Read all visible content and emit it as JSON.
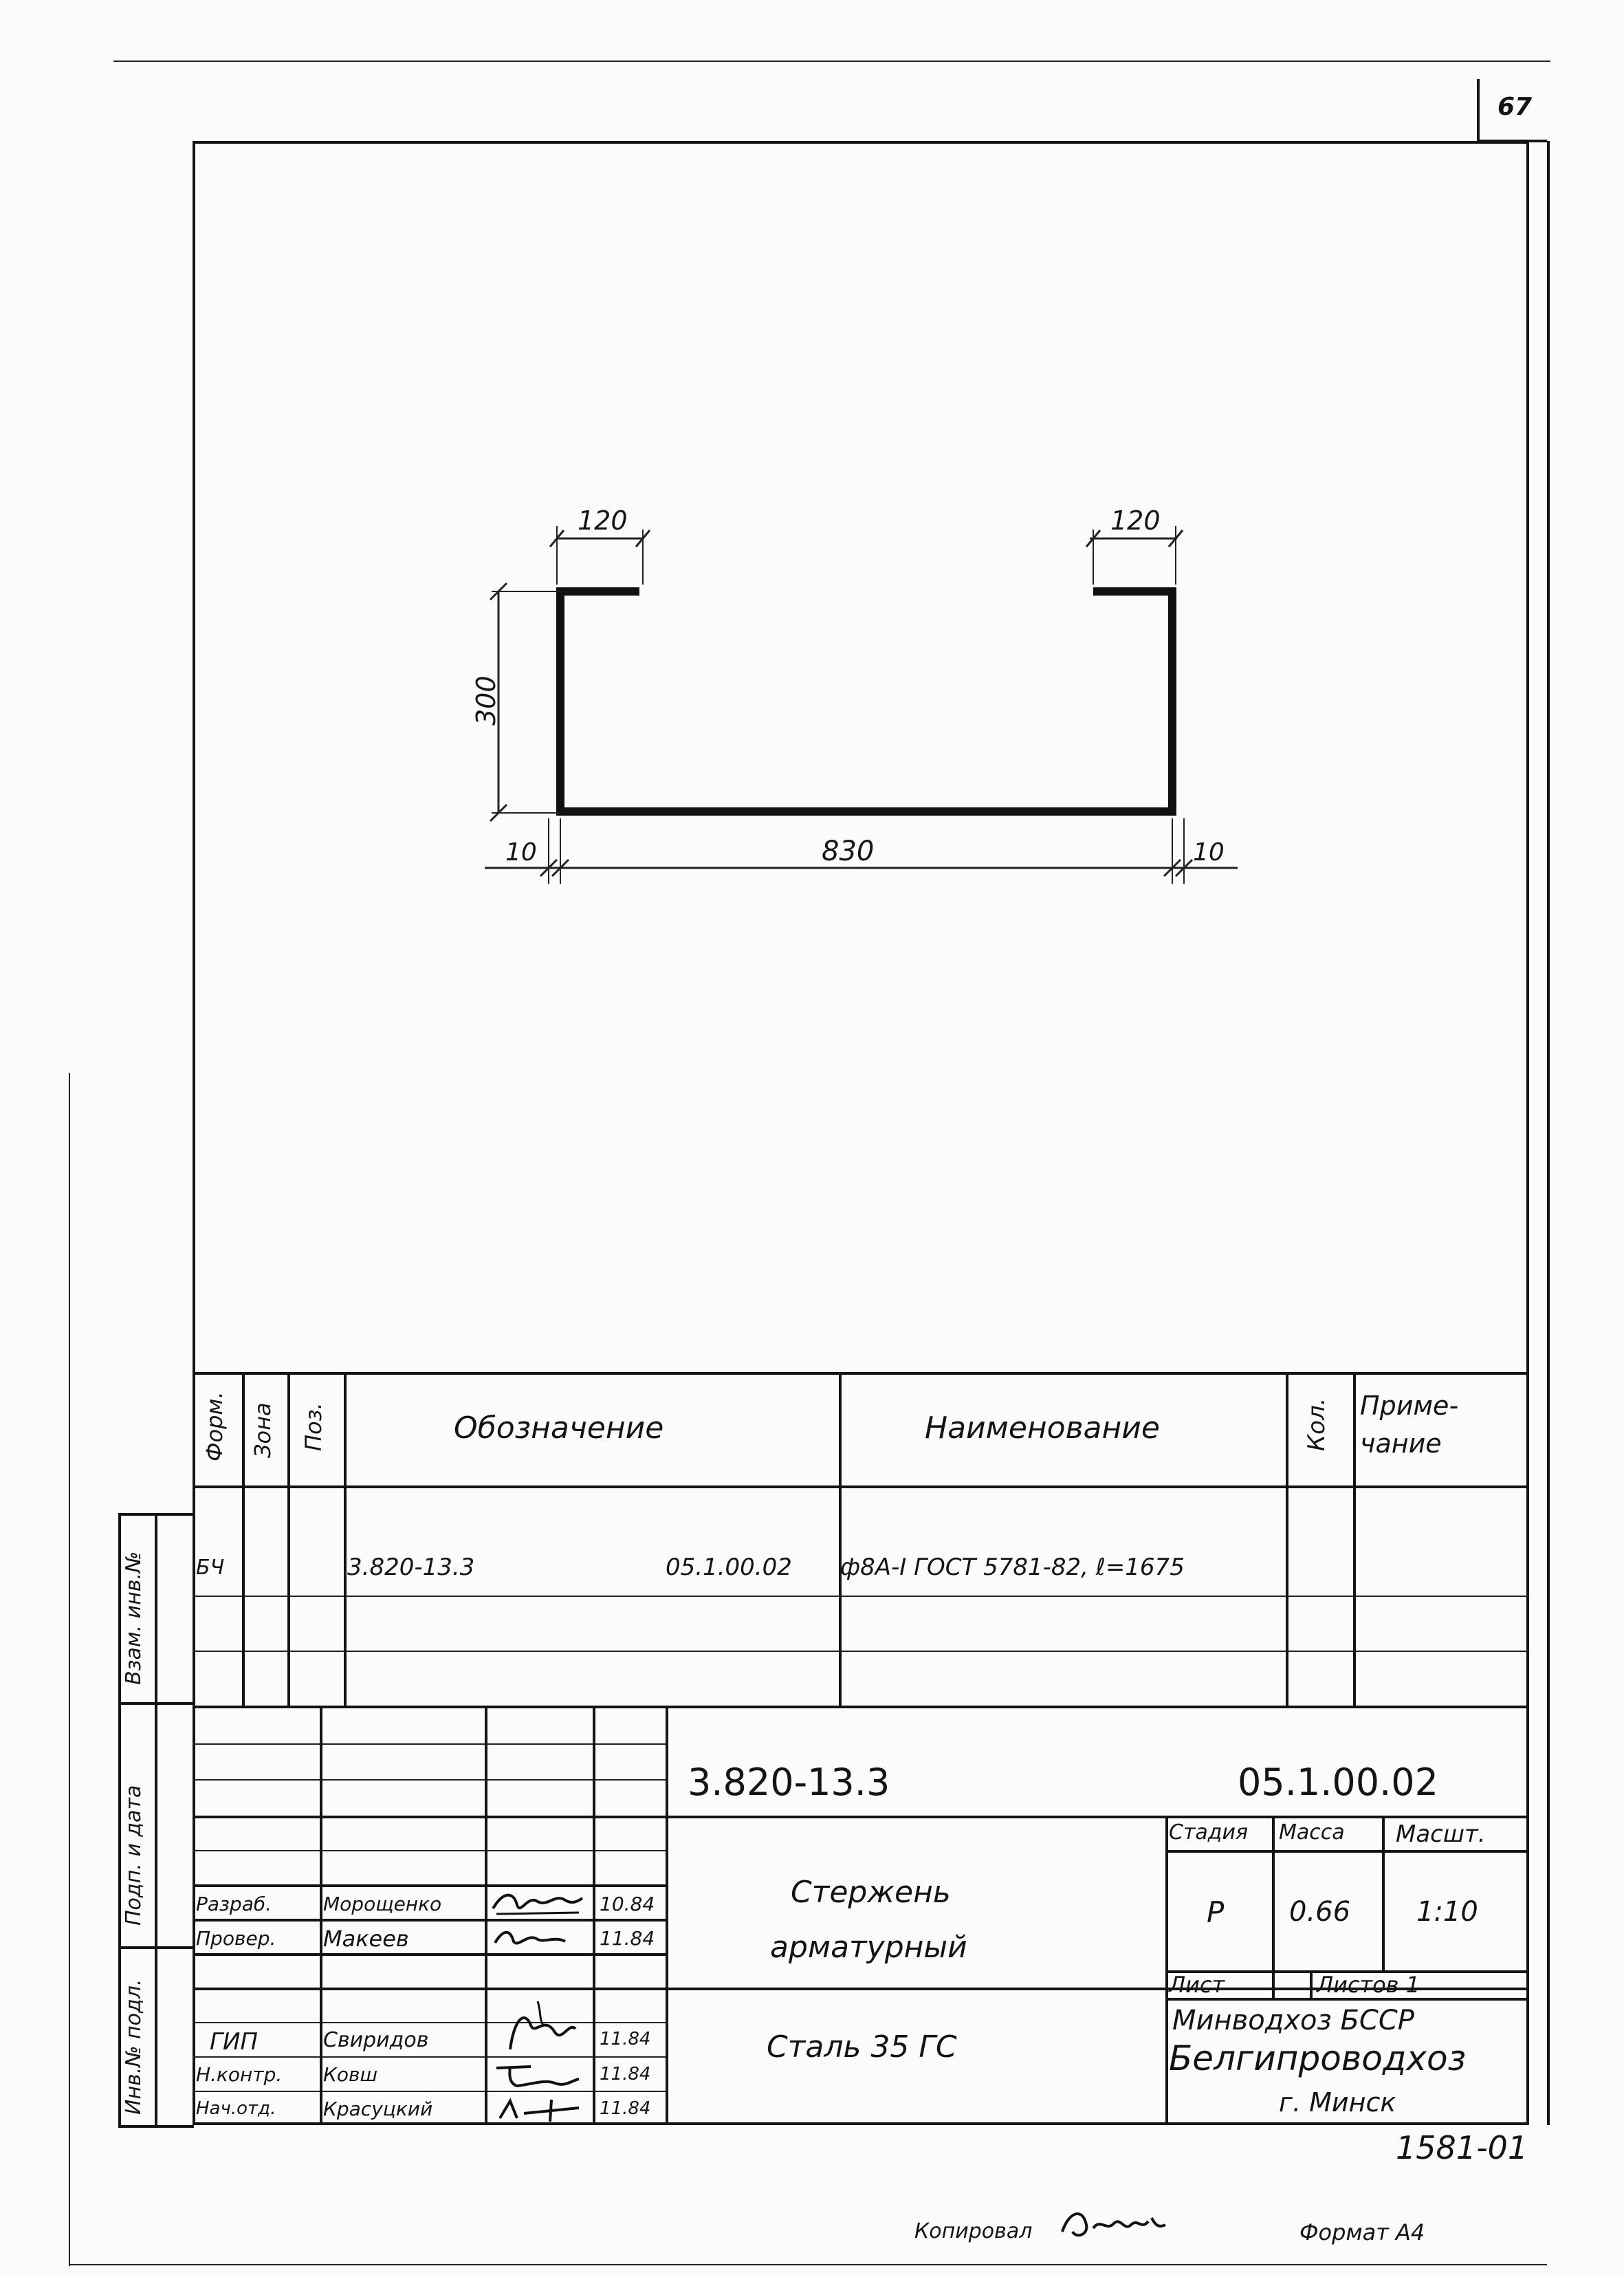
{
  "sheet": {
    "page_no": "67"
  },
  "drawing": {
    "dim_left_hook": "120",
    "dim_right_hook": "120",
    "dim_height": "300",
    "dim_bottom": "830",
    "dim_left_offset": "10",
    "dim_right_offset": "10"
  },
  "spec": {
    "headers": {
      "format": "Форм.",
      "zone": "Зона",
      "pos": "Поз.",
      "designation": "Обозначение",
      "name": "Наименование",
      "qty": "Кол.",
      "note_1": "Приме-",
      "note_2": "чание"
    },
    "row": {
      "format": "БЧ",
      "designation_left": "3.820-13.3",
      "designation_right": "05.1.00.02",
      "name": "ф8А-I ГОСТ 5781-82, ℓ=1675"
    }
  },
  "side_labels": {
    "inv_replace": "Взам. инв.№",
    "sign_date": "Подп. и дата",
    "inv_orig": "Инв.№ подл."
  },
  "title_block": {
    "doc_code": "3.820-13.3",
    "doc_code_right": "05.1.00.02",
    "part_name_1": "Стержень",
    "part_name_2": "арматурный",
    "material": "Сталь 35 ГС",
    "stage_label": "Стадия",
    "mass_label": "Масса",
    "scale_label": "Масшт.",
    "stage_value": "Р",
    "mass_value": "0.66",
    "scale_value": "1:10",
    "sheet_label": "Лист",
    "sheets_label": "Листов 1",
    "org_1": "Минводхоз БССР",
    "org_2": "Белгипроводхоз",
    "org_3": "г. Минск",
    "people": [
      {
        "role": "Разраб.",
        "name": "Морощенко",
        "date": "10.84"
      },
      {
        "role": "Провер.",
        "name": "Макеев",
        "date": "11.84"
      },
      {
        "role": "ГИП",
        "name": "Свиридов",
        "date": "11.84"
      },
      {
        "role": "Н.контр.",
        "name": "Ковш",
        "date": "11.84"
      },
      {
        "role": "Нач.отд.",
        "name": "Красуцкий",
        "date": "11.84"
      }
    ]
  },
  "footer": {
    "inventory_no": "1581-01",
    "copied_label": "Копировал",
    "format_label": "Формат А4"
  }
}
